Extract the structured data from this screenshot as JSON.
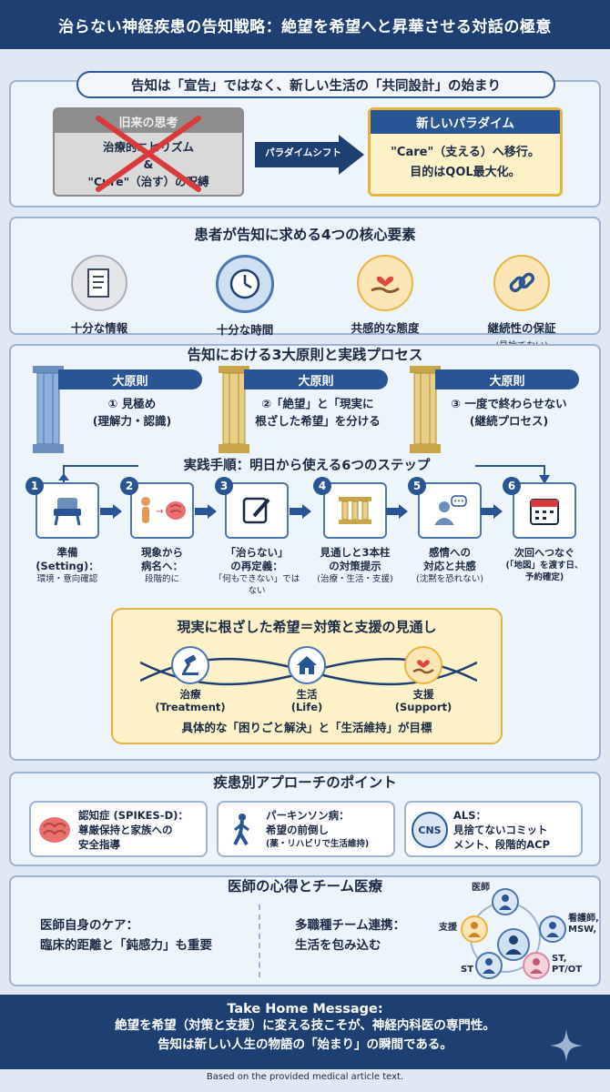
{
  "header": {
    "title": "治らない神経疾患の告知戦略：絶望を希望へと昇華させる対話の極意"
  },
  "paradigm": {
    "title": "告知は「宣告」ではなく、新しい生活の「共同設計」の始まり",
    "old": {
      "header": "旧来の思考",
      "line1": "治療的ニヒリズム",
      "line2": "&",
      "line3": "\"Cure\"（治す）の呪縛"
    },
    "shift_label": "パラダイムシフト",
    "new": {
      "header": "新しいパラダイム",
      "line1": "\"Care\"（支える）へ移行。",
      "line2": "目的はQOL最大化。"
    }
  },
  "elements": {
    "title": "患者が告知に求める4つの核心要素",
    "items": [
      {
        "label": "十分な情報",
        "icon": "document-icon"
      },
      {
        "label": "十分な時間",
        "icon": "clock-icon"
      },
      {
        "label": "共感的な態度",
        "icon": "heart-hand-icon"
      },
      {
        "label": "継続性の保証",
        "sub": "(見捨てない)",
        "icon": "link-icon"
      }
    ]
  },
  "principles": {
    "title": "告知における3大原則と実践プロセス",
    "items": [
      {
        "header": "大原則",
        "line1": "① 見極め",
        "line2": "(理解力・認識)"
      },
      {
        "header": "大原則",
        "line1": "②「絶望」と「現実に",
        "line2": "根ざした希望」を分ける"
      },
      {
        "header": "大原則",
        "line1": "③ 一度で終わらせない",
        "line2": "(継続プロセス)"
      }
    ],
    "steps_title": "実践手順：明日から使える6つのステップ",
    "steps": [
      {
        "num": "1",
        "t1": "準備",
        "t2a": "(Setting)：",
        "t3": "環境・意向確認",
        "icon": "chair-icon"
      },
      {
        "num": "2",
        "t1": "現象から",
        "t2a": "病名へ：",
        "t3": "段階的に",
        "icon": "person-brain-icon"
      },
      {
        "num": "3",
        "t1": "「治らない」",
        "t2a": "の再定義：",
        "t3": "「何もできない」ではない",
        "icon": "pencil-note-icon"
      },
      {
        "num": "4",
        "t1": "見通しと3本柱",
        "t2a": "の対策提示",
        "t3": "(治療・生活・支援)",
        "icon": "pillars-icon"
      },
      {
        "num": "5",
        "t1": "感情への",
        "t2a": "対応と共感",
        "t3": "(沈黙を恐れない)",
        "icon": "speech-person-icon"
      },
      {
        "num": "6",
        "t1": "次回へつなぐ",
        "t2a": "(「地図」を渡す日、",
        "t3": "予約確定)",
        "icon": "calendar-icon"
      }
    ],
    "hope": {
      "title": "現実に根ざした希望＝対策と支援の見通し",
      "nodes": [
        {
          "l1": "治療",
          "l2": "(Treatment)",
          "icon": "gavel-icon"
        },
        {
          "l1": "生活",
          "l2": "(Life)",
          "icon": "house-icon"
        },
        {
          "l1": "支援",
          "l2": "(Support)",
          "icon": "heart-hand-icon"
        }
      ],
      "footer": "具体的な「困りごと解決」と「生活維持」が目標"
    }
  },
  "disease": {
    "title": "疾患別アプローチのポイント",
    "items": [
      {
        "l1": "認知症 (SPIKES-D)：",
        "l2": "尊厳保持と家族への",
        "l3": "安全指導",
        "icon": "brain-icon"
      },
      {
        "l1": "パーキンソン病：",
        "l2": "希望の前倒し",
        "l3": "(薬・リハビリで生活維持)",
        "icon": "walking-person-icon"
      },
      {
        "l1": "ALS：",
        "l2": "見捨てないコミット",
        "l3": "メント、段階的ACP",
        "icon": "cns-icon",
        "icon_text": "CNS"
      }
    ]
  },
  "team": {
    "title": "医師の心得とチーム医療",
    "left_l1": "医師自身のケア：",
    "left_l2": "臨床的距離と「鈍感力」も重要",
    "right_l1": "多職種チーム連携：",
    "right_l2": "生活を包み込む",
    "roles": {
      "doctor": "医師",
      "nurse1": "看護師,",
      "nurse2": "MSW,",
      "support": "支援",
      "st": "ST",
      "stpt1": "ST,",
      "stpt2": "PT/OT"
    }
  },
  "take_home": {
    "title": "Take Home Message:",
    "line1": "絶望を希望（対策と支援）に変える技こそが、神経内科医の専門性。",
    "line2": "告知は新しい人生の物語の「始まり」の瞬間である。"
  },
  "footer": "Based on the provided medical article text.",
  "colors": {
    "navy": "#1e3f72",
    "blue": "#2a5594",
    "gold": "#e6b640",
    "cream": "#fdf1c8",
    "red": "#d83b3b"
  }
}
